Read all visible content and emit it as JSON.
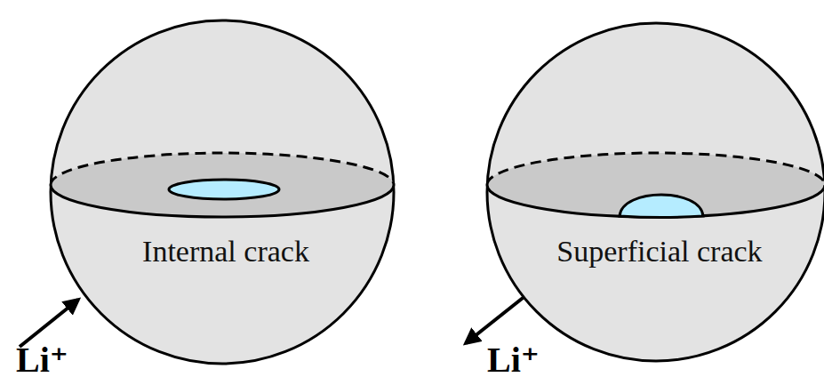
{
  "diagram": {
    "nodes": [
      {
        "text": [
          "Internal crack"
        ]
      },
      {
        "text": [
          "Superficial crack"
        ]
      }
    ],
    "labels": [
      "Li⁺",
      "Li⁺"
    ]
  }
}
